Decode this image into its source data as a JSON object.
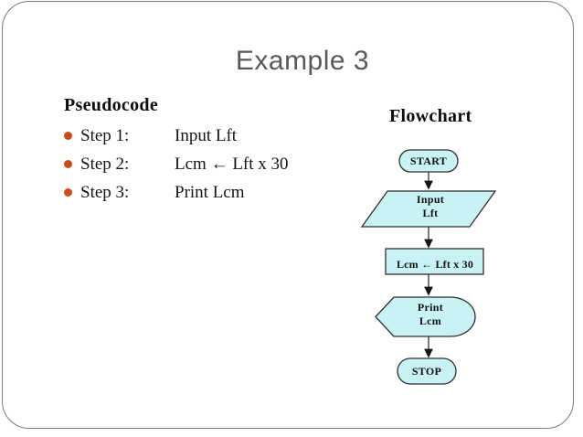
{
  "slide": {
    "title": "Example 3",
    "pseudocode": {
      "heading": "Pseudocode",
      "steps": [
        {
          "label": "Step 1:",
          "text": "Input Lft"
        },
        {
          "label": "Step 2:",
          "text": "Lcm ← Lft x 30"
        },
        {
          "label": "Step 3:",
          "text": "Print Lcm"
        }
      ],
      "bullet_color": "#cf4a1d"
    },
    "flowchart": {
      "heading": "Flowchart",
      "nodes": [
        {
          "type": "terminator",
          "label": "START"
        },
        {
          "type": "input-parallelogram",
          "label": "Input\nLft"
        },
        {
          "type": "process-rectangle",
          "label": "Lcm ← Lft x 30"
        },
        {
          "type": "display",
          "label": "Print\nLcm"
        },
        {
          "type": "terminator",
          "label": "STOP"
        }
      ],
      "shape_fill": "#c9f2f5",
      "shape_stroke": "#2f2f2f",
      "arrow_color": "#3f3f3f"
    },
    "frame_border_color": "#7d7d7d",
    "title_color": "#595959"
  }
}
